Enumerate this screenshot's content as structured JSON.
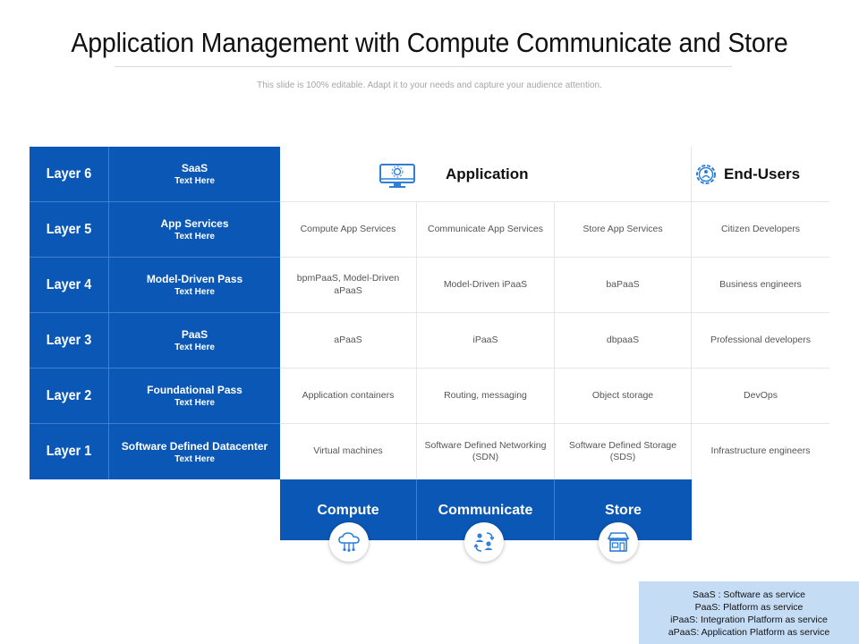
{
  "title": "Application Management with Compute Communicate and Store",
  "subtitle": "This slide is 100% editable. Adapt it to your needs and capture your audience attention.",
  "header": {
    "application": "Application",
    "end_users": "End-Users"
  },
  "layers": [
    {
      "label": "Layer 6",
      "service": "SaaS",
      "service_sub": "Text Here",
      "cells": []
    },
    {
      "label": "Layer 5",
      "service": "App Services",
      "service_sub": "Text Here",
      "cells": [
        "Compute App Services",
        "Communicate App Services",
        "Store App Services",
        "Citizen Developers"
      ]
    },
    {
      "label": "Layer 4",
      "service": "Model-Driven Pass",
      "service_sub": "Text Here",
      "cells": [
        "bpmPaaS, Model-Driven aPaaS",
        "Model-Driven iPaaS",
        "baPaaS",
        "Business engineers"
      ]
    },
    {
      "label": "Layer 3",
      "service": "PaaS",
      "service_sub": "Text Here",
      "cells": [
        "aPaaS",
        "iPaaS",
        "dbpaaS",
        "Professional developers"
      ]
    },
    {
      "label": "Layer 2",
      "service": "Foundational Pass",
      "service_sub": "Text Here",
      "cells": [
        "Application containers",
        "Routing, messaging",
        "Object storage",
        "DevOps"
      ]
    },
    {
      "label": "Layer 1",
      "service": "Software Defined Datacenter",
      "service_sub": "Text Here",
      "cells": [
        "Virtual machines",
        "Software Defined Networking (SDN)",
        "Software Defined Storage (SDS)",
        "Infrastructure engineers"
      ]
    }
  ],
  "footer": {
    "compute": "Compute",
    "communicate": "Communicate",
    "store": "Store"
  },
  "legend": [
    "SaaS : Software as service",
    "PaaS: Platform as service",
    "iPaaS: Integration Platform as service",
    "aPaaS: Application Platform as service"
  ],
  "colors": {
    "primary_blue": "#0a57b5",
    "legend_bg": "#c5dcf5",
    "icon_blue": "#2f7fd8"
  },
  "icons": {
    "application": "monitor-gear-icon",
    "end_users": "gear-people-icon",
    "compute": "cloud-network-icon",
    "communicate": "people-exchange-icon",
    "store": "storefront-icon"
  }
}
